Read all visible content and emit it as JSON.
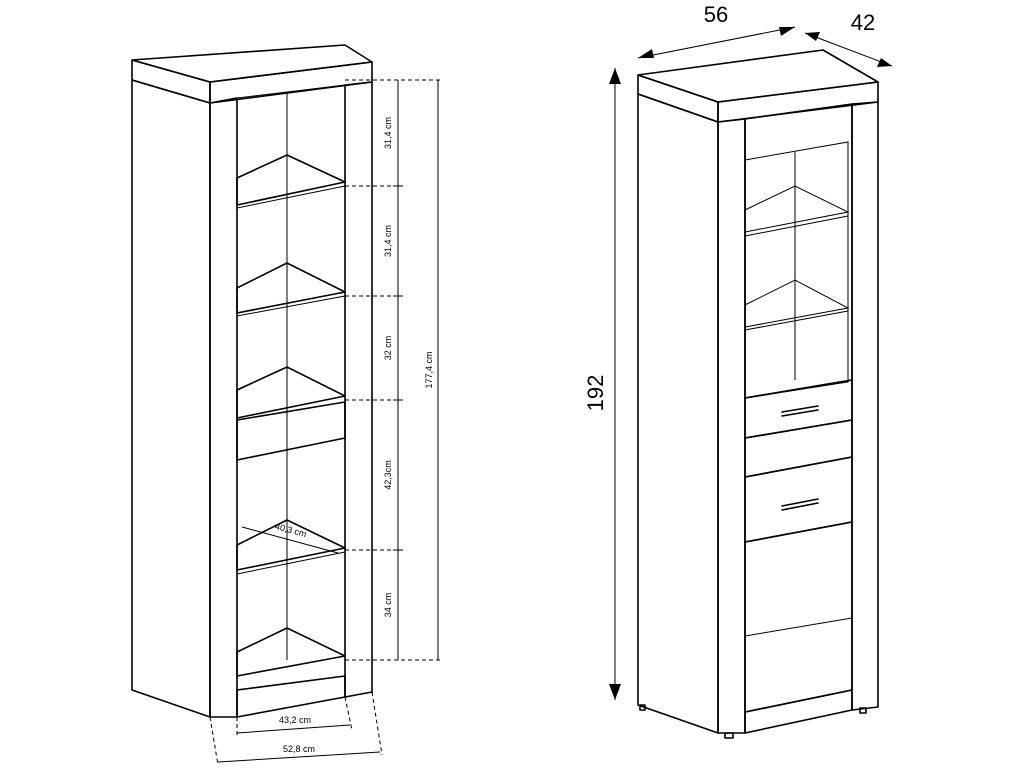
{
  "left_view": {
    "shelf_heights": [
      "31,4 cm",
      "31,4 cm",
      "32 cm",
      "42,3cm",
      "34 cm"
    ],
    "total_inner_height": "177,4 cm",
    "shelf_depth": "40,3 cm",
    "inner_width": "43,2 cm",
    "outer_width": "52,8 cm"
  },
  "right_view": {
    "width": "56",
    "depth": "42",
    "height": "192"
  }
}
